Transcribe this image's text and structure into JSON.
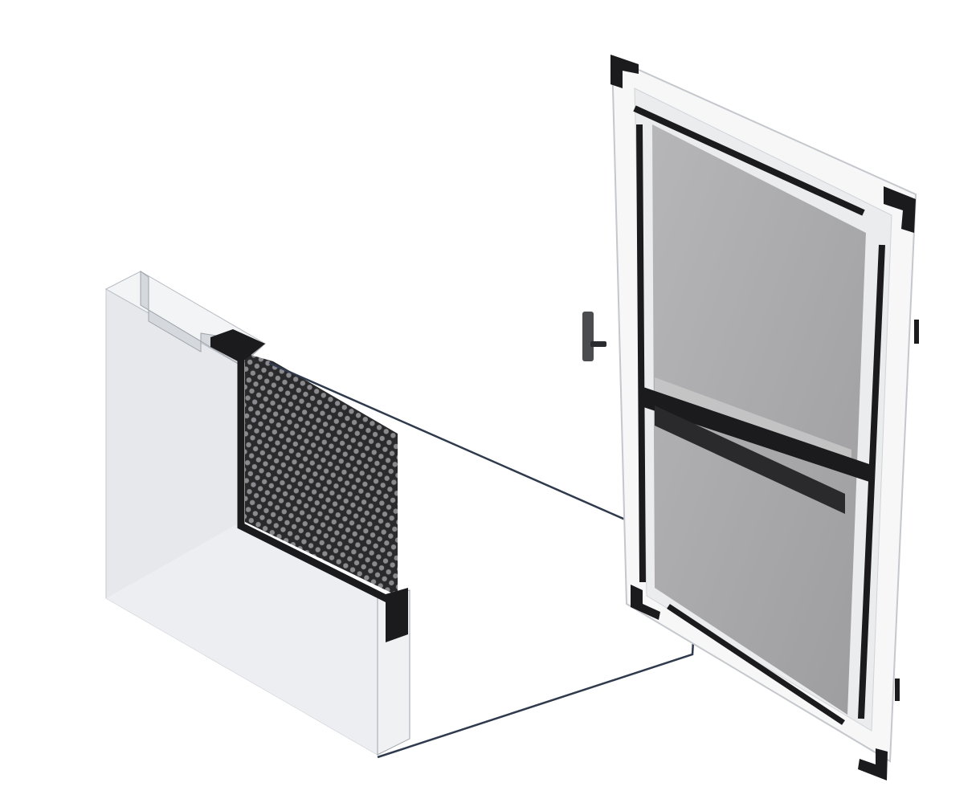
{
  "colors": {
    "background": "#ffffff",
    "profile_face": "#e6e8ec",
    "profile_light": "#f4f5f7",
    "profile_edge": "#b9bdc4",
    "seal_black": "#1b1b1d",
    "mesh_gray": "#a9a9ab",
    "callout_line": "#2f3a4c"
  },
  "components": [
    {
      "name": "frame-profile-cross-section"
    },
    {
      "name": "insect-mesh-closeup"
    },
    {
      "name": "screen-door-frame"
    },
    {
      "name": "door-handle"
    },
    {
      "name": "pleated-mesh-bar"
    }
  ]
}
